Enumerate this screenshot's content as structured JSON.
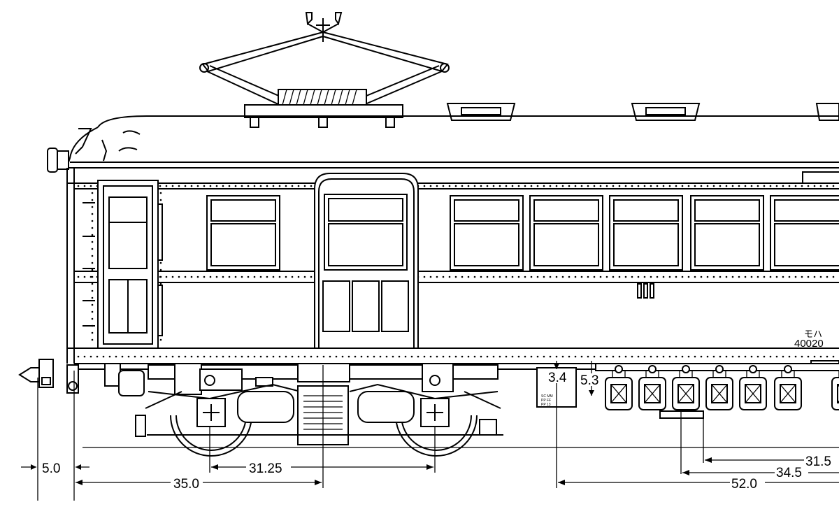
{
  "car_marking": {
    "class_label": "モハ",
    "number": "40020"
  },
  "dimensions": {
    "buffer_offset": "5.0",
    "bogie_wheelbase": "31.25",
    "end_to_bogie_center": "35.0",
    "box_height": "3.4",
    "box_drop": "5.3",
    "equipment_a": "31.5",
    "equipment_b": "34.5",
    "equipment_c": "52.0"
  },
  "equipment_box": {
    "line1": "SC  MM",
    "line2": "PP  FF",
    "line3": "PP  13"
  }
}
